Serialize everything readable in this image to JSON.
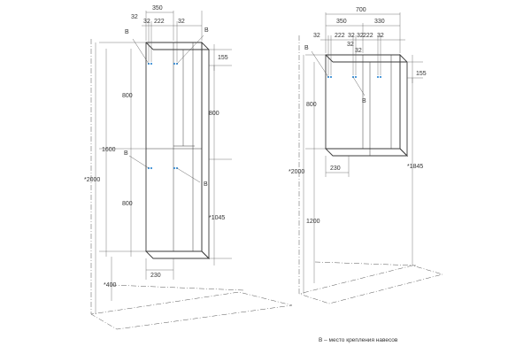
{
  "colors": {
    "line": "#3a3a3a",
    "hole_marker": "#3a8fd6",
    "text": "#333333"
  },
  "mount_point_symbol": "B",
  "left_drawing": {
    "dims_top": {
      "width": "350",
      "gap_l": "32",
      "inner": "222",
      "gap_m": "32",
      "gap_r": "32"
    },
    "dims_height": {
      "upper": "800",
      "lower": "800",
      "total_cabinet": "1600",
      "full": "*2000",
      "floor": "*400"
    },
    "dims_right": {
      "top_offset": "155",
      "upper": "800",
      "to_floor": "*1045"
    },
    "dims_bottom": {
      "depth": "230"
    },
    "labels": [
      "B",
      "B",
      "B",
      "B"
    ]
  },
  "right_drawing": {
    "dims_top": {
      "width": "700",
      "half_l": "350",
      "half_r": "330",
      "g1": "32",
      "i1": "222",
      "g2": "32",
      "g3": "32",
      "i2": "222",
      "g4": "32"
    },
    "dims_extra": {
      "gap_a": "32",
      "gap_b": "32"
    },
    "dims_height": {
      "cabinet": "800",
      "full": "*2000",
      "floor": "1200"
    },
    "dims_right": {
      "top_offset": "155",
      "to_floor": "*1845"
    },
    "dims_bottom": {
      "depth": "230"
    },
    "labels": [
      "B",
      "B"
    ]
  },
  "legend": {
    "text": "B – место крепления навесов"
  }
}
